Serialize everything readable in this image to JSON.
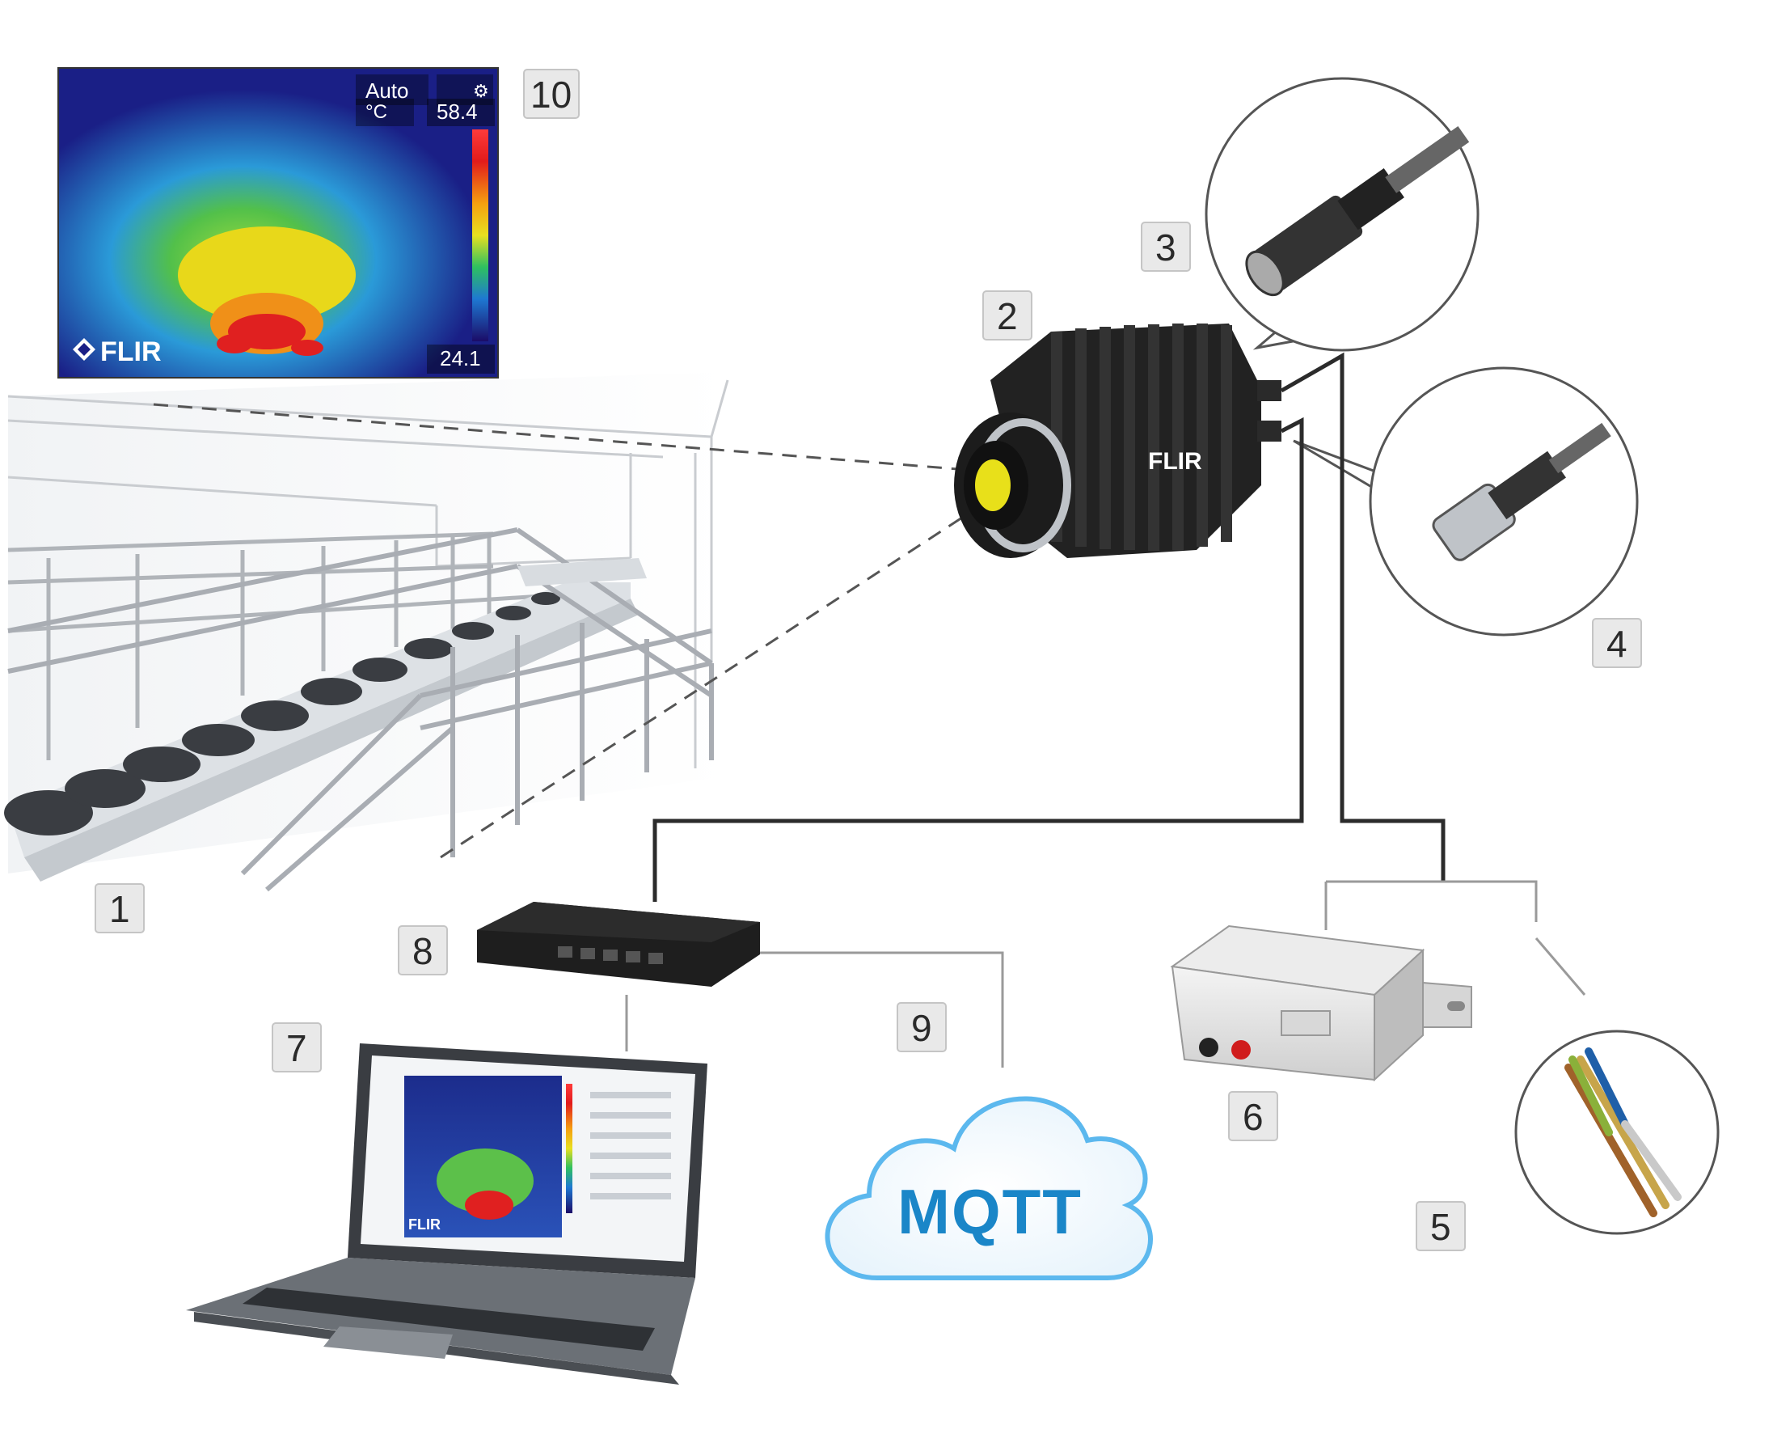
{
  "thermal": {
    "mode": "Auto",
    "unit": "°C",
    "max_temp": "58.4",
    "min_temp": "24.1",
    "brand": "FLIR",
    "colors": [
      "#1a0a5e",
      "#2233a8",
      "#1f8ad6",
      "#22c08a",
      "#8fd13a",
      "#f2e21c",
      "#f08a12",
      "#e02020"
    ]
  },
  "camera": {
    "brand": "FLIR"
  },
  "laptop": {
    "brand": "FLIR"
  },
  "cloud": {
    "label": "MQTT"
  },
  "callouts": {
    "n1": "1",
    "n2": "2",
    "n3": "3",
    "n4": "4",
    "n5": "5",
    "n6": "6",
    "n7": "7",
    "n8": "8",
    "n9": "9",
    "n10": "10"
  },
  "colors": {
    "cable": "#2b2b2b",
    "thin_cable": "#9a9a9a",
    "cloud_stroke": "#5cb8ee",
    "cloud_text": "#1a86c8",
    "badge_fill": "#e9e9e9"
  }
}
